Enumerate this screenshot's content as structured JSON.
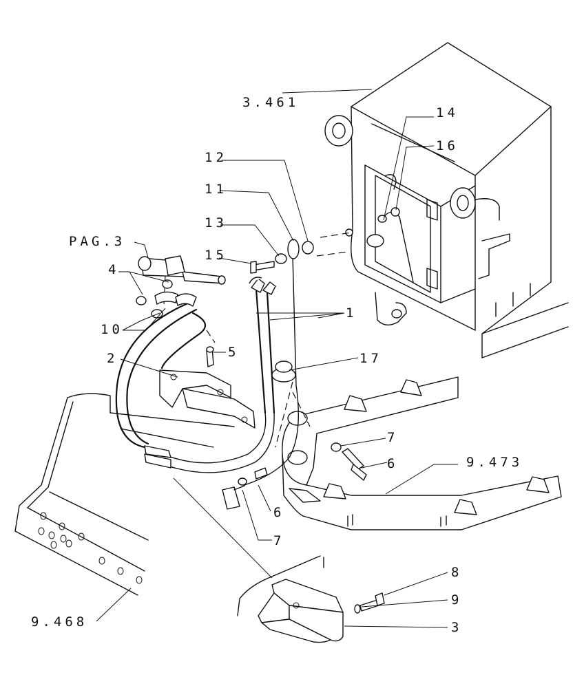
{
  "callouts": [
    {
      "id": "ref-3461",
      "text": "3.461"
    },
    {
      "id": "n14",
      "text": "14"
    },
    {
      "id": "n16",
      "text": "16"
    },
    {
      "id": "n12",
      "text": "12"
    },
    {
      "id": "n11",
      "text": "11"
    },
    {
      "id": "n13",
      "text": "13"
    },
    {
      "id": "n15",
      "text": "15"
    },
    {
      "id": "pag3",
      "text": "PAG.3"
    },
    {
      "id": "n4",
      "text": "4"
    },
    {
      "id": "n1",
      "text": "1"
    },
    {
      "id": "n10",
      "text": "10"
    },
    {
      "id": "n5",
      "text": "5"
    },
    {
      "id": "n2",
      "text": "2"
    },
    {
      "id": "n17",
      "text": "17"
    },
    {
      "id": "n7a",
      "text": "7"
    },
    {
      "id": "n6a",
      "text": "6"
    },
    {
      "id": "ref-9473",
      "text": "9.473"
    },
    {
      "id": "n6b",
      "text": "6"
    },
    {
      "id": "n7b",
      "text": "7"
    },
    {
      "id": "n8",
      "text": "8"
    },
    {
      "id": "n9",
      "text": "9"
    },
    {
      "id": "n3",
      "text": "3"
    },
    {
      "id": "ref-9468",
      "text": "9.468"
    }
  ]
}
